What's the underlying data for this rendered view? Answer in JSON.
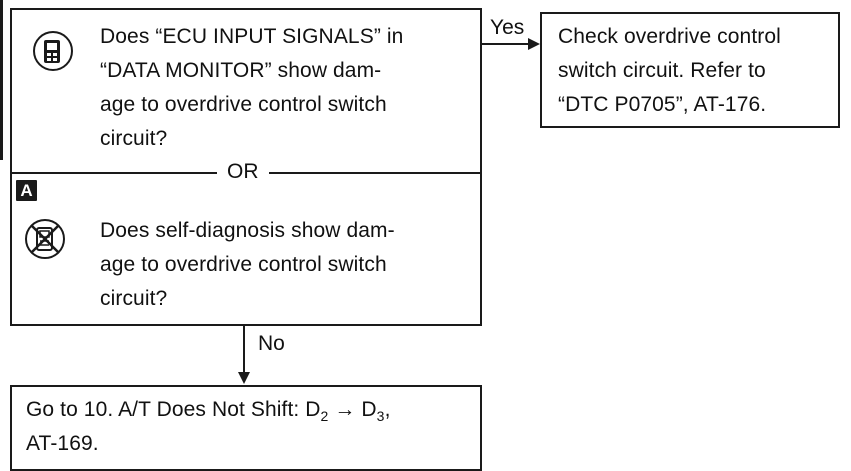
{
  "question_box": {
    "consult_lines": [
      "Does “ECU INPUT SIGNALS” in",
      "“DATA MONITOR” show dam-",
      "age to overdrive control switch",
      "circuit?"
    ],
    "or_label": "OR",
    "badge_label": "A",
    "selfdiag_lines": [
      "Does self-diagnosis show dam-",
      "age to overdrive control switch",
      "circuit?"
    ]
  },
  "yes_branch": {
    "label": "Yes",
    "box_lines": [
      "Check overdrive control",
      "switch circuit. Refer to",
      "“DTC P0705”, AT-176."
    ]
  },
  "no_branch": {
    "label": "No",
    "box_line1_prefix": "Go to 10. A/T Does Not Shift: D",
    "box_line1_sub1": "2",
    "box_line1_arrow": " → D",
    "box_line1_sub2": "3",
    "box_line1_suffix": ",",
    "box_line2": "AT-169."
  },
  "icons": {
    "consult": "consult-tool-icon",
    "no_tools": "no-tools-icon"
  }
}
